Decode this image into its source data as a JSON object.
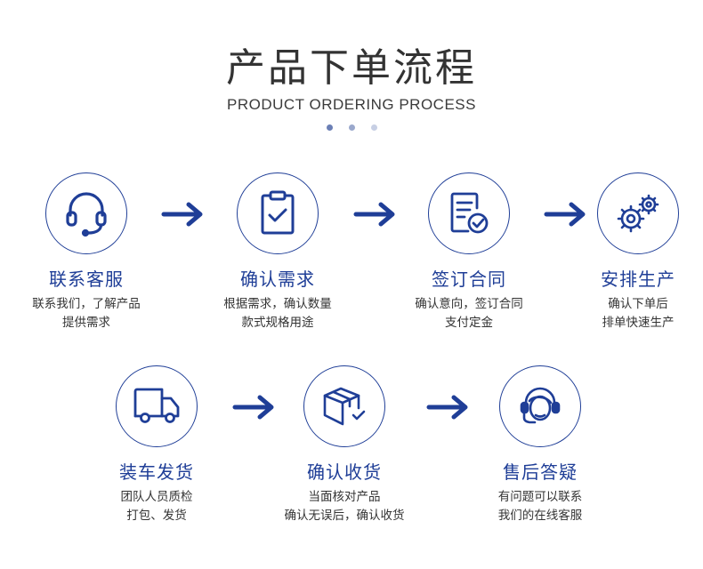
{
  "header": {
    "title": "产品下单流程",
    "subtitle": "PRODUCT ORDERING PROCESS",
    "dot_colors": [
      "#6b7fb5",
      "#9aa8cc",
      "#c7cfe4"
    ]
  },
  "colors": {
    "accent": "#1f3e97",
    "text": "#333333"
  },
  "steps": [
    {
      "icon": "headset-icon",
      "title": "联系客服",
      "desc": [
        "联系我们，了解产品",
        "提供需求"
      ]
    },
    {
      "icon": "clipboard-check-icon",
      "title": "确认需求",
      "desc": [
        "根据需求，确认数量",
        "款式规格用途"
      ]
    },
    {
      "icon": "contract-sign-icon",
      "title": "签订合同",
      "desc": [
        "确认意向，签订合同",
        "支付定金"
      ]
    },
    {
      "icon": "gears-icon",
      "title": "安排生产",
      "desc": [
        "确认下单后",
        "排单快速生产"
      ]
    },
    {
      "icon": "truck-icon",
      "title": "装车发货",
      "desc": [
        "团队人员质检",
        "打包、发货"
      ]
    },
    {
      "icon": "package-check-icon",
      "title": "确认收货",
      "desc": [
        "当面核对产品",
        "确认无误后，确认收货"
      ]
    },
    {
      "icon": "support-agent-icon",
      "title": "售后答疑",
      "desc": [
        "有问题可以联系",
        "我们的在线客服"
      ]
    }
  ]
}
